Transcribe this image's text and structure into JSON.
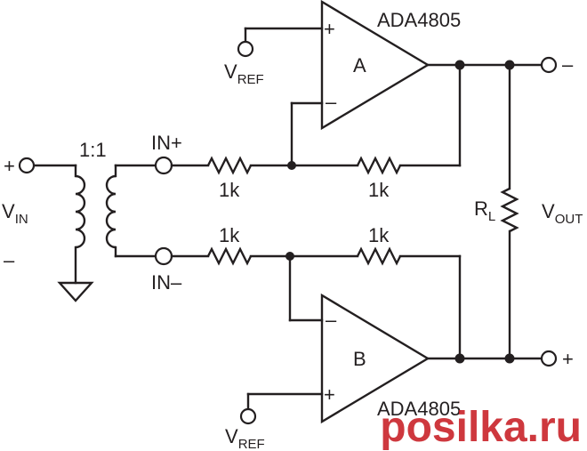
{
  "labels": {
    "ratio": "1:1",
    "in_plus": "IN+",
    "in_minus": "IN–",
    "vin_plus": "+",
    "vin_minus": "–",
    "vin_main": "V",
    "vin_sub": "IN",
    "vref_main": "V",
    "vref_sub": "REF",
    "amp_a_part": "ADA4805",
    "amp_b_part": "ADA4805",
    "amp_a_name": "A",
    "amp_b_name": "B",
    "opamp_plus": "+",
    "opamp_minus": "–",
    "r_top_in": "1k",
    "r_top_fb": "1k",
    "r_bot_in": "1k",
    "r_bot_fb": "1k",
    "rl_main": "R",
    "rl_sub": "L",
    "vout_main": "V",
    "vout_sub": "OUT",
    "out_minus": "–",
    "out_plus": "+"
  },
  "watermark": {
    "text": "posilka.ru",
    "color": "#c81d24"
  }
}
